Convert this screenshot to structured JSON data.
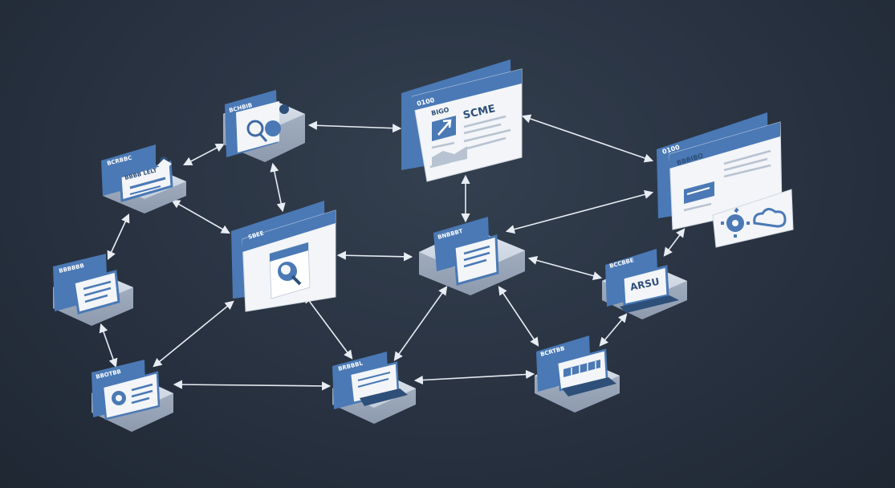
{
  "colors": {
    "background": "#2a3443",
    "accent_blue": "#4a79b5",
    "panel_white": "#f3f5f8",
    "connector": "#e8edf3"
  },
  "nodes": {
    "top_center": {
      "header": "0100",
      "title": "BIGO",
      "heading": "SCME",
      "icon": "arrow-up-right-icon"
    },
    "top_left": {
      "header": "BCHBIB",
      "icon": "search-person-icon"
    },
    "left_upper": {
      "header": "BCRBBC",
      "banner": "BBBB LELT",
      "icon": "card-icon"
    },
    "left_mid": {
      "header": "BBBBBB",
      "icon": "document-icon"
    },
    "center_left": {
      "header": "SBEE",
      "icon": "magnifier-icon"
    },
    "center": {
      "header": "BNBBBT",
      "icon": "document-icon"
    },
    "right_top": {
      "header": "0100",
      "title": "BBBIBO",
      "icon": "gear-cloud-icon"
    },
    "right_mid": {
      "header": "BCCBBE",
      "label": "ARSU",
      "icon": "laptop-icon"
    },
    "bottom_left": {
      "header": "BBOTBB",
      "icon": "document-icon"
    },
    "bottom_mid": {
      "header": "BRBBBL",
      "icon": "laptop-icon"
    },
    "bottom_right": {
      "header": "BCRTBB",
      "icon": "laptop-icon"
    }
  }
}
